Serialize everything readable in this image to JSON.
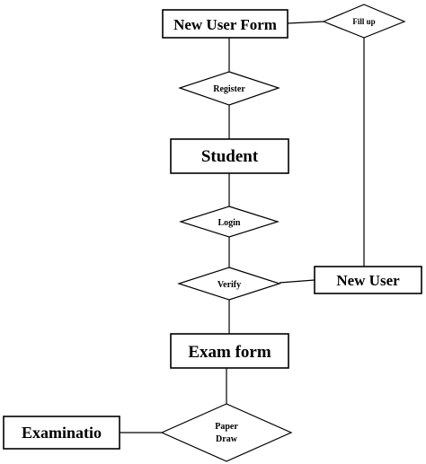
{
  "diagram": {
    "entities": {
      "new_user_form": "New User Form",
      "student": "Student",
      "new_user": "New User",
      "exam_form": "Exam form",
      "examination": "Examinatio"
    },
    "relations": {
      "fill_up": "Fill up",
      "register": "Register",
      "login": "Login",
      "verify": "Verify",
      "paper_draw_line1": "Paper",
      "paper_draw_line2": "Draw"
    }
  }
}
